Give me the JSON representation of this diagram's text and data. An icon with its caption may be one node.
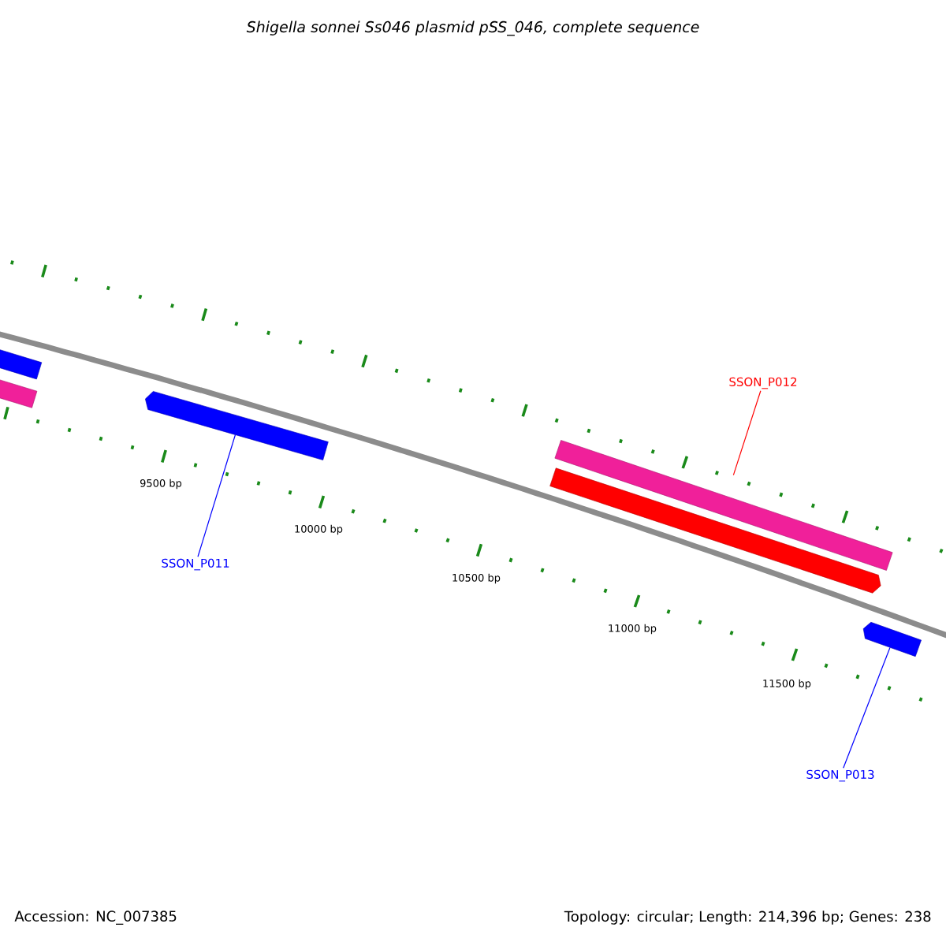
{
  "diagram": {
    "title": "Shigella sonnei Ss046 plasmid pSS_046, complete sequence",
    "nodes": [
      {
        "text": [],
        "shape": "bar"
      },
      {
        "text": [],
        "shape": "bar"
      },
      {
        "text": [],
        "shape": "arrow"
      },
      {
        "text": [],
        "shape": "bar"
      },
      {
        "text": [],
        "shape": "arrow"
      },
      {
        "text": [],
        "shape": "arrow"
      },
      {
        "text": [
          "SSON_P012"
        ]
      },
      {
        "text": [
          "SSON_P011"
        ]
      },
      {
        "text": [
          "SSON_P013"
        ]
      }
    ],
    "edges": [
      {
        "from": 6,
        "to": 3,
        "arrow": "none",
        "color": "#ff0000"
      },
      {
        "from": 7,
        "to": 2,
        "arrow": "none"
      },
      {
        "from": 8,
        "to": 5,
        "arrow": "none"
      }
    ],
    "labels": [
      "9500 bp",
      "10000 bp",
      "10500 bp",
      "11000 bp",
      "11500 bp",
      "Accession: NC_007385",
      "Topology: circular; Length: 214,396 bp; Genes: 238"
    ]
  }
}
